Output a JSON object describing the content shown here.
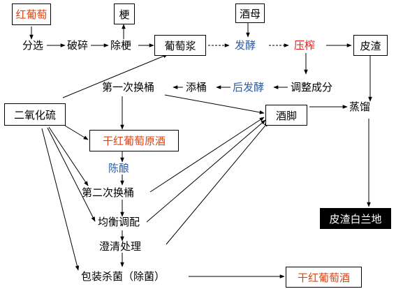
{
  "nodes": {
    "red_grape": "红葡萄",
    "stem": "梗",
    "yeast": "酒母",
    "sorting": "分选",
    "crushing": "破碎",
    "destemming": "除梗",
    "grape_must": "葡萄浆",
    "fermentation": "发酵",
    "pressing": "压榨",
    "pomace": "皮渣",
    "adjust_composition": "调整成分",
    "post_fermentation": "后发酵",
    "add_barrel": "添桶",
    "first_racking": "第一次换桶",
    "sulfur_dioxide": "二氧化硫",
    "lees": "酒脚",
    "distillation": "蒸馏",
    "dry_red_base_wine": "干红葡萄原酒",
    "aging": "陈酿",
    "second_racking": "第二次换桶",
    "balancing_blending": "均衡调配",
    "clarification": "澄清处理",
    "packaging_sterilization": "包装杀菌（除菌）",
    "dry_red_wine": "干红葡萄酒",
    "pomace_brandy": "皮渣白兰地"
  },
  "colors": {
    "accent_red": "#e0420f",
    "process_blue": "#2c5ea8",
    "press_red": "#e41b1b",
    "brandy_bg": "#000000",
    "brandy_text": "#ffffff"
  }
}
